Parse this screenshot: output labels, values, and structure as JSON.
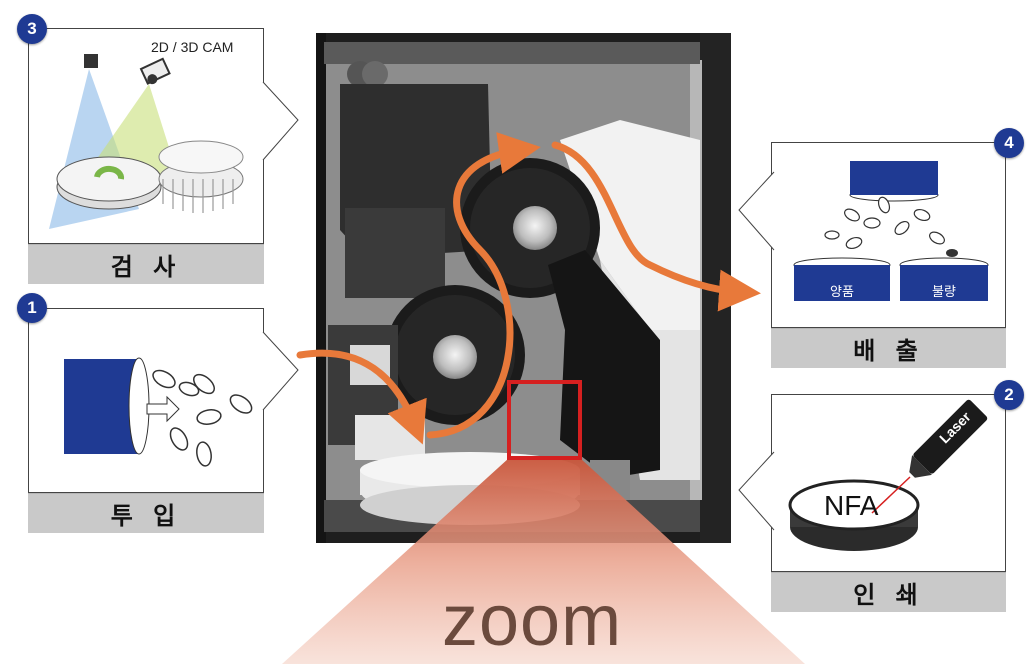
{
  "panels": {
    "inspection": {
      "badge": "3",
      "caption": "검 사",
      "cam_label": "2D / 3D CAM"
    },
    "input": {
      "badge": "1",
      "caption": "투 입"
    },
    "output": {
      "badge": "4",
      "caption": "배 출",
      "good_label": "양품",
      "bad_label": "불량"
    },
    "print": {
      "badge": "2",
      "caption": "인 쇄",
      "nfa_label": "NFA",
      "laser_label": "Laser"
    }
  },
  "zoom_label": "zoom",
  "colors": {
    "accent": "#1f3a93",
    "arrow": "#e8793a",
    "caption_bg": "#c9c9c9",
    "machine": "#2a2a2a"
  }
}
